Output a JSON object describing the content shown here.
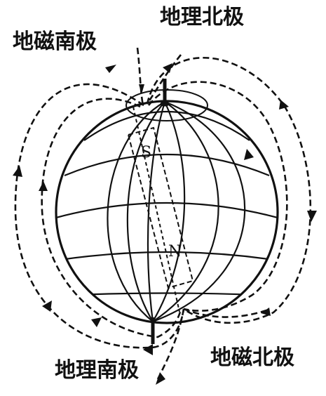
{
  "labels": {
    "geographic_north": "地理北极",
    "magnetic_south": "地磁南极",
    "magnetic_north": "地磁北极",
    "geographic_south": "地理南极"
  },
  "magnet": {
    "south_letter": "S",
    "north_letter": "N"
  },
  "colors": {
    "ink": "#111111",
    "background": "#ffffff"
  }
}
